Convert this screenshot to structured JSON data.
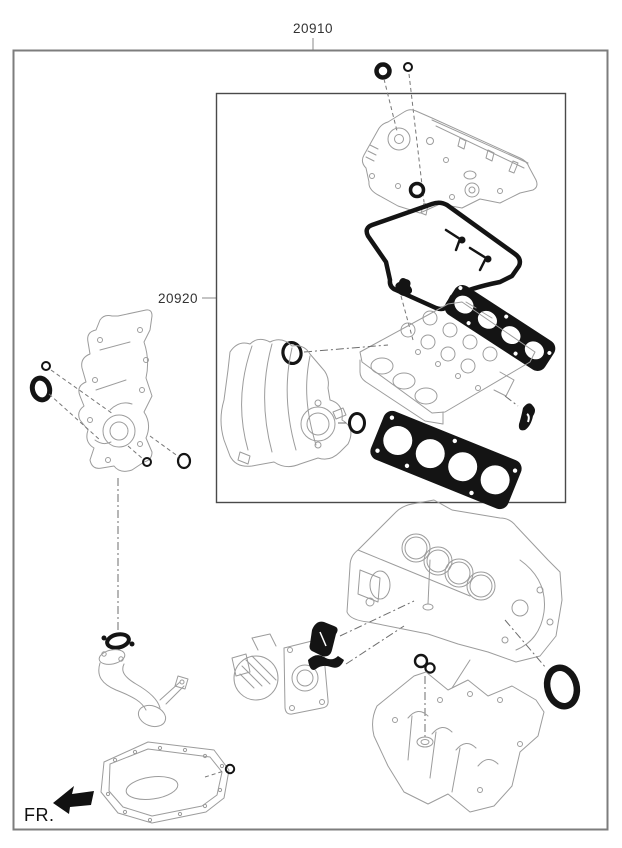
{
  "callouts": {
    "main": {
      "label": "20910"
    },
    "sub": {
      "label": "20920"
    }
  },
  "front_marker": {
    "label": "FR."
  },
  "colors": {
    "part_outline": "#9c9c9c",
    "gasket_black": "#141414",
    "outer_border": "#7d7d7d",
    "inner_border": "#4a4a4a",
    "leader_line": "#6e6e6e",
    "label_text": "#333333"
  },
  "icons": {
    "front_direction_arrow": "solid bent arrow pointing lower-left"
  }
}
